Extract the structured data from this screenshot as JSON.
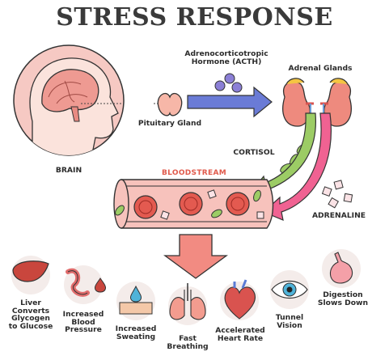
{
  "title": "STRESS RESPONSE",
  "labels": {
    "brain": "BRAIN",
    "pituitary": "Pituitary Gland",
    "acth": "Adrenocorticotropic\nHormone (ACTH)",
    "adrenal": "Adrenal Glands",
    "cortisol": "CORTISOL",
    "bloodstream": "BLOODSTREAM",
    "adrenaline": "ADRENALINE"
  },
  "effects": [
    {
      "label": "Liver\nConverts\nGlycogen\nto Glucose",
      "icon": "liver-icon"
    },
    {
      "label": "Increased\nBlood\nPressure",
      "icon": "blood-vessel-icon"
    },
    {
      "label": "Increased\nSweating",
      "icon": "sweat-drop-icon"
    },
    {
      "label": "Fast\nBreathing",
      "icon": "lungs-icon"
    },
    {
      "label": "Accelerated\nHeart Rate",
      "icon": "heart-icon"
    },
    {
      "label": "Tunnel\nVision",
      "icon": "eye-icon"
    },
    {
      "label": "Digestion\nSlows Down",
      "icon": "stomach-icon"
    }
  ],
  "colors": {
    "pink_circle": "#f6c9c3",
    "blood_red": "#d9534f",
    "arrow_blue": "#6a7bd6",
    "arrow_green": "#9ccc65",
    "arrow_pink": "#f06292",
    "big_arrow": "#f28b82"
  }
}
